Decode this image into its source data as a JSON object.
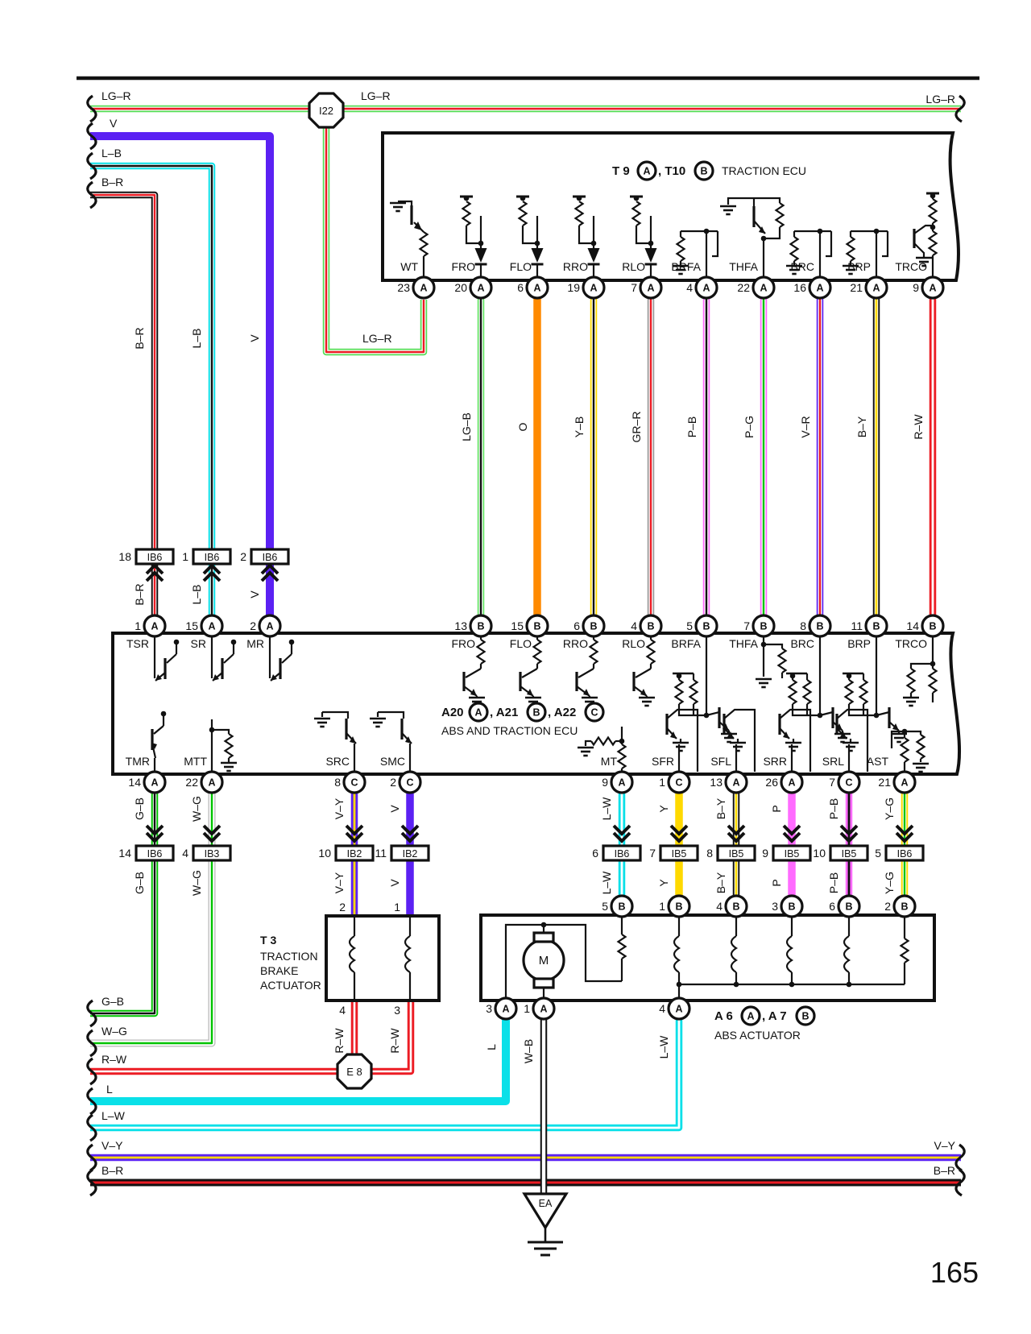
{
  "page": {
    "number": "165"
  },
  "palette": {
    "light_green": "#55dd55",
    "green": "#00c400",
    "cyan": "#0ae0e8",
    "violet": "#5b21f3",
    "orange": "#ff8a00",
    "yellow": "#ffd900",
    "gray": "#9a9a9a",
    "pink": "#ff6bff",
    "red": "#ec1c24",
    "black": "#111111",
    "white": "#ffffff"
  },
  "connectors": {
    "i22": "I22",
    "e8": "E 8",
    "ea": "EA"
  },
  "edges": {
    "top_left": [
      {
        "label": "LG–R"
      },
      {
        "label": "V"
      },
      {
        "label": "L–B"
      },
      {
        "label": "B–R"
      }
    ],
    "lgr_mid": "LG–R",
    "lgr_branch": "LG–R",
    "top_right": {
      "label": "LG–R"
    },
    "bottom_left": [
      {
        "label": "G–B"
      },
      {
        "label": "W–G"
      },
      {
        "label": "R–W"
      },
      {
        "label": "L"
      },
      {
        "label": "L–W"
      },
      {
        "label": "V–Y"
      },
      {
        "label": "B–R"
      }
    ],
    "bottom_right": [
      {
        "label": "V–Y"
      },
      {
        "label": "B–R"
      }
    ]
  },
  "top_ecu": {
    "t9": "T 9",
    "a": "A",
    "t10": ", T10",
    "b": "B",
    "name": "TRACTION ECU",
    "pins": [
      {
        "num": "23",
        "letter": "A",
        "name": "WT"
      },
      {
        "num": "20",
        "letter": "A",
        "name": "FRO",
        "wire": "LG–B",
        "bnum": "13",
        "bletter": "B"
      },
      {
        "num": "6",
        "letter": "A",
        "name": "FLO",
        "wire": "O",
        "bnum": "15",
        "bletter": "B"
      },
      {
        "num": "19",
        "letter": "A",
        "name": "RRO",
        "wire": "Y–B",
        "bnum": "6",
        "bletter": "B"
      },
      {
        "num": "7",
        "letter": "A",
        "name": "RLO",
        "wire": "GR–R",
        "bnum": "4",
        "bletter": "B"
      },
      {
        "num": "4",
        "letter": "A",
        "name": "BRFA",
        "wire": "P–B",
        "bnum": "5",
        "bletter": "B"
      },
      {
        "num": "22",
        "letter": "A",
        "name": "THFA",
        "wire": "P–G",
        "bnum": "7",
        "bletter": "B"
      },
      {
        "num": "16",
        "letter": "A",
        "name": "BRC",
        "wire": "V–R",
        "bnum": "8",
        "bletter": "B"
      },
      {
        "num": "21",
        "letter": "A",
        "name": "BRP",
        "wire": "B–Y",
        "bnum": "11",
        "bletter": "B"
      },
      {
        "num": "9",
        "letter": "A",
        "name": "TRCO",
        "wire": "R–W",
        "bnum": "14",
        "bletter": "B"
      }
    ]
  },
  "left_branch": {
    "pins": [
      {
        "top_label": "B–R",
        "ib_num": "18",
        "ib": "IB6",
        "wire": "B–R",
        "num": "1",
        "letter": "A",
        "name": "TSR"
      },
      {
        "top_label": "L–B",
        "ib_num": "1",
        "ib": "IB6",
        "wire": "L–B",
        "num": "15",
        "letter": "A",
        "name": "SR"
      },
      {
        "top_label": "V",
        "ib_num": "2",
        "ib": "IB6",
        "wire": "V",
        "num": "2",
        "letter": "A",
        "name": "MR"
      }
    ]
  },
  "lower_ecu": {
    "a20": "A20",
    "la": "A",
    "a21": ", A21",
    "lb": "B",
    "a22": ", A22",
    "lc": "C",
    "name": "ABS AND TRACTION ECU",
    "bottom_pins": [
      {
        "name": "TMR",
        "num": "14",
        "letter": "A",
        "wire": "G–B",
        "ib_num": "14",
        "ib": "IB6",
        "wire2": "G–B"
      },
      {
        "name": "MTT",
        "num": "22",
        "letter": "A",
        "wire": "W–G",
        "ib_num": "4",
        "ib": "IB3",
        "wire2": "W–G"
      },
      {
        "name": "SRC",
        "num": "8",
        "letter": "C",
        "wire": "V–Y",
        "ib_num": "10",
        "ib": "IB2",
        "wire2": "V–Y"
      },
      {
        "name": "SMC",
        "num": "2",
        "letter": "C",
        "wire": "V",
        "ib_num": "11",
        "ib": "IB2",
        "wire2": "V"
      },
      {
        "name": "MT",
        "num": "9",
        "letter": "A",
        "wire": "L–W",
        "ib_num": "6",
        "ib": "IB6",
        "wire2": "L–W"
      },
      {
        "name": "SFR",
        "num": "1",
        "letter": "C",
        "wire": "Y",
        "ib_num": "7",
        "ib": "IB5",
        "wire2": "Y"
      },
      {
        "name": "SFL",
        "num": "13",
        "letter": "A",
        "wire": "B–Y",
        "ib_num": "8",
        "ib": "IB5",
        "wire2": "B–Y"
      },
      {
        "name": "SRR",
        "num": "26",
        "letter": "A",
        "wire": "P",
        "ib_num": "9",
        "ib": "IB5",
        "wire2": "P"
      },
      {
        "name": "SRL",
        "num": "7",
        "letter": "C",
        "wire": "P–B",
        "ib_num": "10",
        "ib": "IB5",
        "wire2": "P–B"
      },
      {
        "name": "AST",
        "num": "21",
        "letter": "A",
        "wire": "Y–G",
        "ib_num": "5",
        "ib": "IB6",
        "wire2": "Y–G"
      }
    ]
  },
  "t3": {
    "id": "T 3",
    "line1": "TRACTION",
    "line2": "BRAKE",
    "line3": "ACTUATOR",
    "pin_tl": "2",
    "pin_tr": "1",
    "pin_bl": "4",
    "pin_br": "3",
    "wire_bl": "R–W",
    "wire_br": "R–W"
  },
  "abs": {
    "a6": "A 6",
    "la": "A",
    "a7": ", A 7",
    "lb": "B",
    "name": "ABS ACTUATOR",
    "motor": "M",
    "top_pins": [
      {
        "num": "5",
        "letter": "B"
      },
      {
        "num": "1",
        "letter": "B"
      },
      {
        "num": "4",
        "letter": "B"
      },
      {
        "num": "3",
        "letter": "B"
      },
      {
        "num": "6",
        "letter": "B"
      },
      {
        "num": "2",
        "letter": "B"
      }
    ],
    "bottom_pins": [
      {
        "num": "3",
        "letter": "A",
        "wire": "L"
      },
      {
        "num": "1",
        "letter": "A",
        "wire": "W–B"
      },
      {
        "num": "4",
        "letter": "A",
        "wire": "L–W"
      }
    ]
  }
}
